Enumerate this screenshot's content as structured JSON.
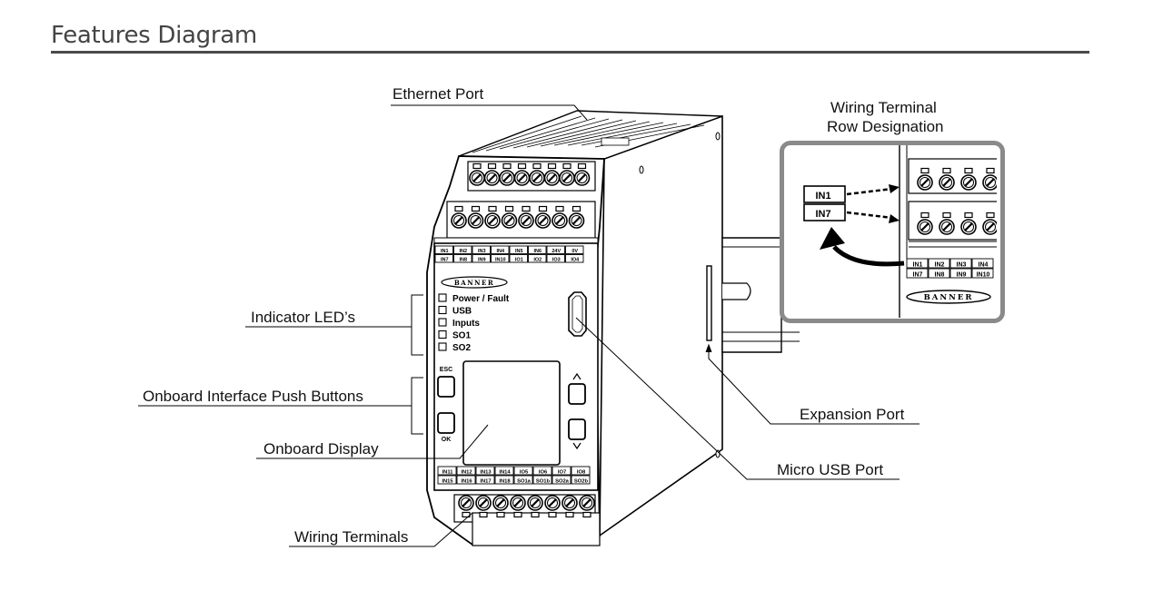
{
  "title": "Features Diagram",
  "callouts": {
    "ethernet_port": "Ethernet Port",
    "wiring_terminal_row_designation_line1": "Wiring Terminal",
    "wiring_terminal_row_designation_line2": "Row Designation",
    "indicator_leds": "Indicator LED’s",
    "onboard_push_buttons": "Onboard Interface Push Buttons",
    "onboard_display": "Onboard Display",
    "wiring_terminals": "Wiring Terminals",
    "expansion_port": "Expansion Port",
    "micro_usb_port": "Micro USB Port"
  },
  "device": {
    "brand": "BANNER",
    "top_terminal_labels_row1": [
      "IN1",
      "IN2",
      "IN3",
      "IN4",
      "IN5",
      "IN6",
      "24V",
      "0V"
    ],
    "top_terminal_labels_row2": [
      "IN7",
      "IN8",
      "IN9",
      "IN10",
      "IO1",
      "IO2",
      "IO3",
      "IO4"
    ],
    "bottom_terminal_labels_row1": [
      "IN11",
      "IN12",
      "IN13",
      "IN14",
      "IO5",
      "IO6",
      "IO7",
      "IO8"
    ],
    "bottom_terminal_labels_row2": [
      "IN15",
      "IN16",
      "IN17",
      "IN18",
      "SO1a",
      "SO1b",
      "SO2a",
      "SO2b"
    ],
    "leds": [
      "Power / Fault",
      "USB",
      "Inputs",
      "SO1",
      "SO2"
    ],
    "buttons": {
      "esc": "ESC",
      "ok": "OK",
      "up": "^",
      "down": "v"
    }
  },
  "inset": {
    "row_tags": [
      "IN1",
      "IN7"
    ],
    "terminal_labels_row1": [
      "IN1",
      "IN2",
      "IN3",
      "IN4"
    ],
    "terminal_labels_row2": [
      "IN7",
      "IN8",
      "IN9",
      "IN10"
    ],
    "brand": "BANNER"
  }
}
